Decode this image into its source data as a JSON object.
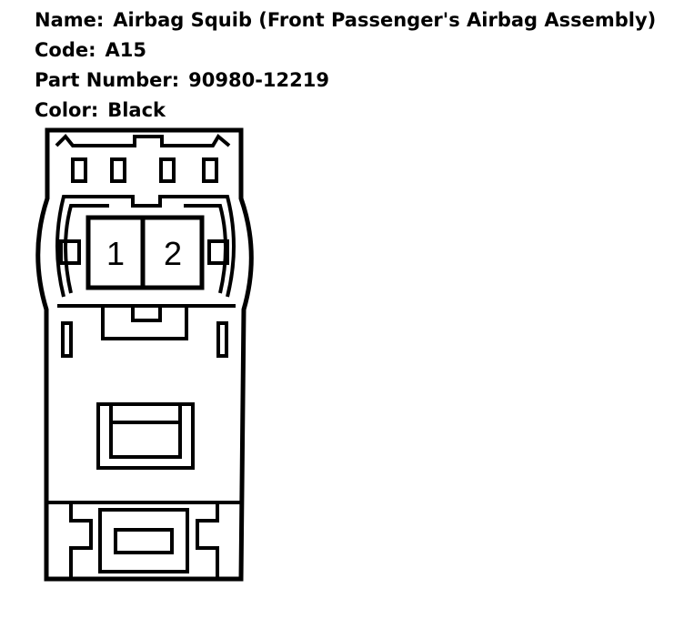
{
  "labels": {
    "name_label": "Name:",
    "code_label": "Code:",
    "part_label": "Part Number:",
    "color_label": "Color:"
  },
  "connector": {
    "name": "Airbag Squib (Front Passenger's Airbag Assembly)",
    "code": "A15",
    "part_number": "90980-12219",
    "color": "Black"
  },
  "pins": [
    {
      "number": "1"
    },
    {
      "number": "2"
    }
  ],
  "colors": {
    "line": "#000000",
    "background": "#ffffff"
  }
}
